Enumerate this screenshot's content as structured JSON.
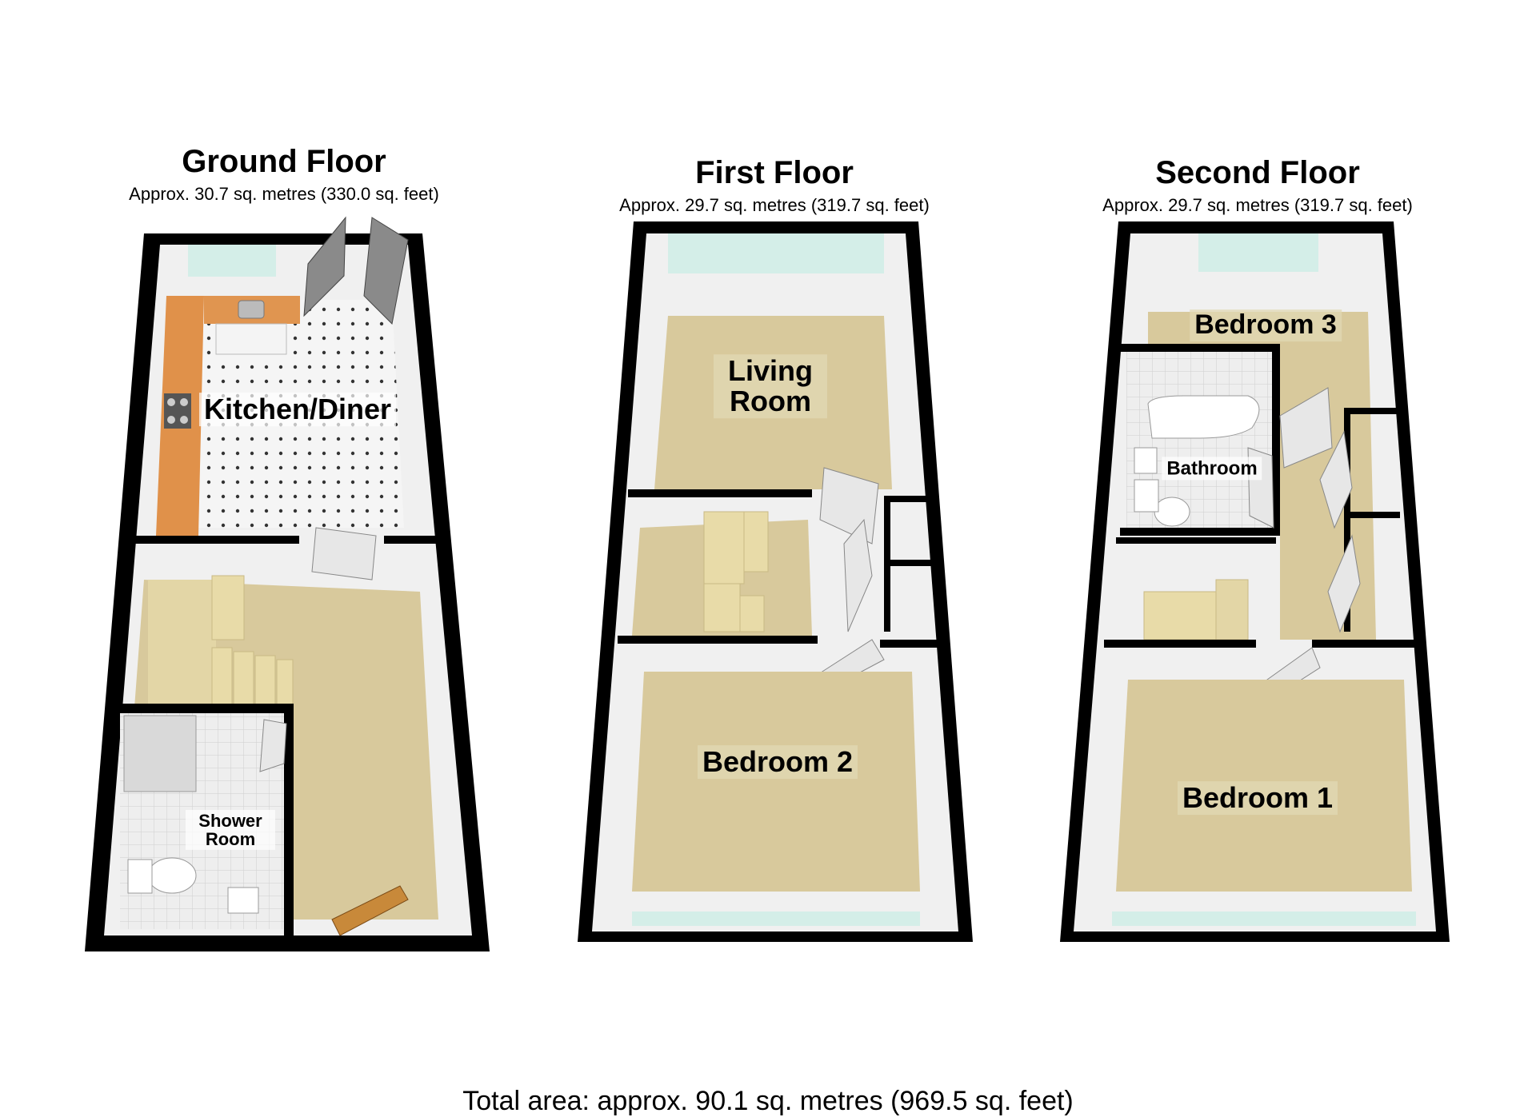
{
  "floors": [
    {
      "title": "Ground Floor",
      "area": "Approx. 30.7 sq. metres (330.0 sq. feet)",
      "rooms": [
        "Kitchen/Diner",
        "Shower Room"
      ]
    },
    {
      "title": "First Floor",
      "area": "Approx. 29.7 sq. metres (319.7 sq. feet)",
      "rooms": [
        "Living Room",
        "Bedroom 2"
      ]
    },
    {
      "title": "Second Floor",
      "area": "Approx. 29.7 sq. metres (319.7 sq. feet)",
      "rooms": [
        "Bedroom 3",
        "Bathroom",
        "Bedroom 1"
      ]
    }
  ],
  "total_area": "Total area: approx. 90.1 sq. metres (969.5 sq. feet)",
  "colors": {
    "wall": "#000000",
    "carpet": "#d8c99c",
    "tile": "#f4f4f4",
    "worktop": "#e0914a",
    "wall_face": "#f2f2f2",
    "window": "#d4eee8",
    "door": "#e7e7e7"
  }
}
